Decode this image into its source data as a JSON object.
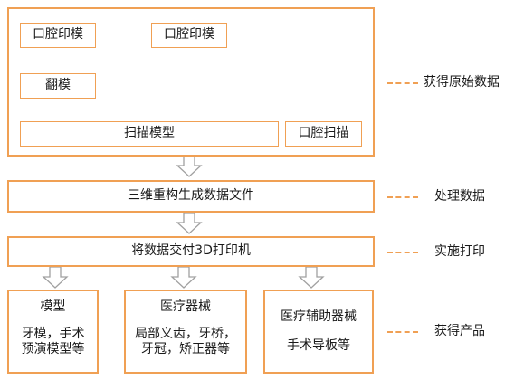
{
  "colors": {
    "box_border": "#f0a054",
    "arrow_stroke": "#a0a0a0",
    "text": "#1a1a1a"
  },
  "stage1": {
    "impression_left": "口腔印模",
    "impression_right": "口腔印模",
    "flip_mold": "翻模",
    "scan_model": "扫描模型",
    "oral_scan": "口腔扫描"
  },
  "stage2": {
    "build_file": "三维重构生成数据文件"
  },
  "stage3": {
    "deliver_print": "将数据交付3D打印机"
  },
  "products": {
    "model_title": "模型",
    "model_desc_1": "牙模，手术",
    "model_desc_2": "预演模型等",
    "medical_title": "医疗器械",
    "medical_desc_1": "局部义齿，牙桥，",
    "medical_desc_2": "牙冠，矫正器等",
    "assist_title": "医疗辅助器械",
    "assist_desc": "手术导板等"
  },
  "labels": {
    "acquire_data": "获得原始数据",
    "process_data": "处理数据",
    "print": "实施打印",
    "get_products": "获得产品"
  }
}
